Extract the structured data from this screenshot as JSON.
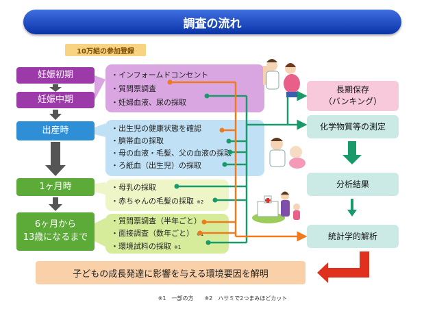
{
  "title": "調査の流れ",
  "participation_tag": "10万組の参加登録",
  "stages": [
    {
      "label": "妊娠初期"
    },
    {
      "label": "妊娠中期"
    },
    {
      "label": "出産時"
    },
    {
      "label": "1ヶ月時"
    },
    {
      "label": "6ヶ月から\n13歳になるまで"
    }
  ],
  "panels": {
    "pregnancy": [
      "・インフォームドコンセント",
      "・質問票調査",
      "・妊婦血液、尿の採取"
    ],
    "birth": [
      "・出生児の健康状態を確認",
      "・臍帯血の採取",
      "・母の血液・毛髪、父の血液の採取",
      "・ろ紙血（出生児）の採取"
    ],
    "one_month": [
      "・母乳の採取",
      "・赤ちゃんの毛髪の採取"
    ],
    "later": [
      "・質問票調査（半年ごと）",
      "・面接調査（数年ごと）",
      "・環境試料の採取"
    ]
  },
  "note_marks": {
    "hair": "※2",
    "interview": "※1",
    "env": "※1"
  },
  "right_boxes": {
    "storage": "長期保存\n（バンキング）",
    "measurement": "化学物質等の測定",
    "analysis_result": "分析結果",
    "statistics": "統計学的解析"
  },
  "result": "子どもの成長発達に影響を与える環境要因を解明",
  "footnote": "※1　一部の方　　※2　ハサミで2つまみほどカット",
  "colors": {
    "orange_line": "#f07a1e",
    "green_line": "#1a9a6a",
    "arrow_dark": "#555555",
    "arrow_red": "#e0301e"
  }
}
